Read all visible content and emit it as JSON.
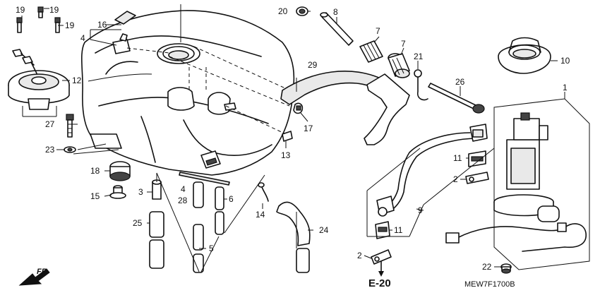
{
  "diagram": {
    "part_labels": {
      "p1": "1",
      "p2a": "2",
      "p2b": "2",
      "p3": "3",
      "p4a": "4",
      "p4b": "4",
      "p5": "5",
      "p6": "6",
      "p7a": "7",
      "p7b": "7",
      "p8": "8",
      "p9": "9",
      "p10": "10",
      "p11a": "11",
      "p11b": "11",
      "p12": "12",
      "p13": "13",
      "p14": "14",
      "p15": "15",
      "p16": "16",
      "p17": "17",
      "p18": "18",
      "p19a": "19",
      "p19b": "19",
      "p19c": "19",
      "p20": "20",
      "p21": "21",
      "p22": "22",
      "p23": "23",
      "p24": "24",
      "p25": "25",
      "p26": "26",
      "p27": "27",
      "p28": "28",
      "p29": "29"
    },
    "reference": "E-20",
    "direction": "FR.",
    "drawing_code": "MEW7F1700B"
  }
}
